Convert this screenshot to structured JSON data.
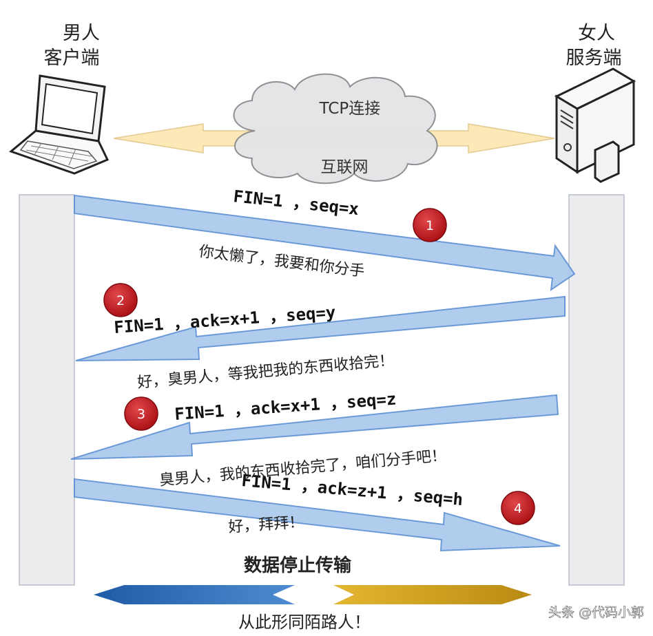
{
  "client": {
    "line1": "男人",
    "line2": "客户端"
  },
  "server": {
    "line1": "女人",
    "line2": "服务端"
  },
  "cloud": {
    "top_label": "TCP连接",
    "bottom_label": "互联网"
  },
  "steps": [
    {
      "number": "1",
      "protocol": "FIN=1 ，seq=x",
      "message": "你太懒了，我要和你分手"
    },
    {
      "number": "2",
      "protocol": "FIN=1 ，ack=x+1 ，seq=y",
      "message": "好，臭男人，等我把我的东西收拾完！"
    },
    {
      "number": "3",
      "protocol": "FIN=1 ，ack=x+1 ，seq=z",
      "message": "臭男人，我的东西收拾完了，咱们分手吧！"
    },
    {
      "number": "4",
      "protocol": "FIN=1 ，ack=z+1 ，seq=h",
      "message": "好，拜拜！"
    }
  ],
  "stop_label": "数据停止传输",
  "footer_label": "从此形同陌路人！",
  "watermark": "头条 @代码小郭",
  "colors": {
    "connection_arrow": "#fde9b8",
    "message_arrow": "#a9c8ec",
    "message_arrow_border": "#5b8fd4",
    "timeline_bar": "#ececef",
    "badge": "#c3161c",
    "left_split_arrow": "#2f6cb3",
    "right_split_arrow": "#c79a1e"
  }
}
